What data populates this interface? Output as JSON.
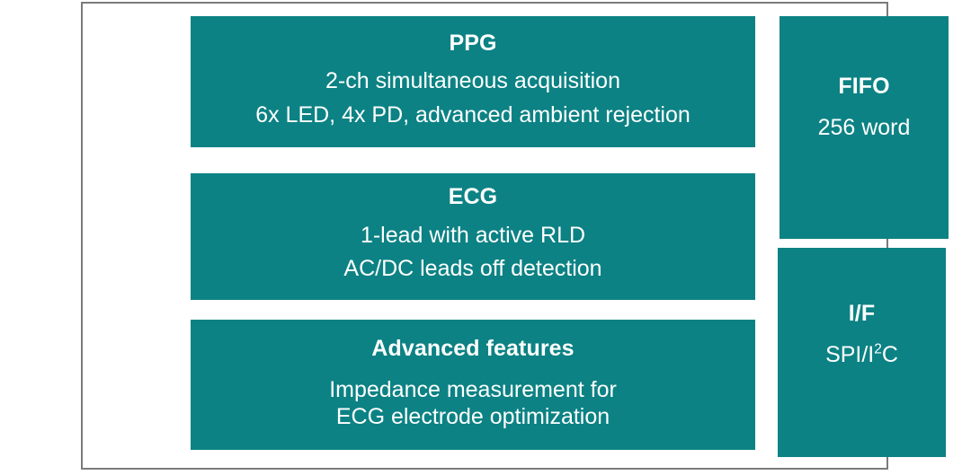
{
  "diagram": {
    "frame_border_color": "#7b7b7b",
    "block_color": "#0c8284",
    "text_color": "#ffffff",
    "blocks": [
      {
        "id": "ppg",
        "title": "PPG",
        "lines": [
          "2-ch simultaneous acquisition",
          "6x LED, 4x PD, advanced ambient rejection"
        ]
      },
      {
        "id": "ecg",
        "title": "ECG",
        "lines": [
          "1-lead with active RLD",
          "AC/DC leads off detection"
        ]
      },
      {
        "id": "advanced-features",
        "title": "Advanced features",
        "lines": [
          "Impedance measurement for",
          "ECG electrode optimization"
        ]
      },
      {
        "id": "fifo",
        "title": "FIFO",
        "lines": [
          "256 word"
        ]
      },
      {
        "id": "interface",
        "title": "I/F",
        "lines": [
          "SPI/I2C"
        ],
        "line_parts": {
          "prefix": "SPI/I",
          "superscript": "2",
          "suffix": "C"
        }
      }
    ]
  }
}
